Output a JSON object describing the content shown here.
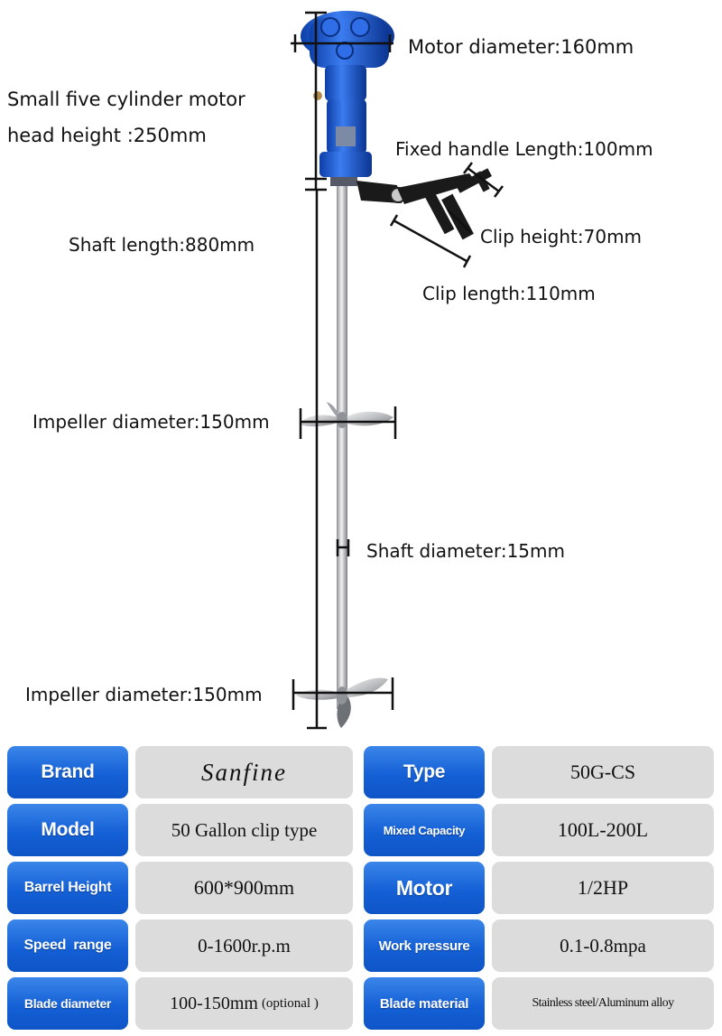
{
  "annotations": {
    "motor_diameter": "Motor diameter:160mm",
    "motor_head_height_line1": "Small five cylinder motor",
    "motor_head_height_line2": "head height :250mm",
    "fixed_handle_length": "Fixed handle Length:100mm",
    "shaft_length": "Shaft length:880mm",
    "clip_height": "Clip height:70mm",
    "clip_length": "Clip length:110mm",
    "impeller_diameter_upper": "Impeller diameter:150mm",
    "shaft_diameter": "Shaft diameter:15mm",
    "impeller_diameter_lower": "Impeller diameter:150mm"
  },
  "specs": {
    "rows": [
      {
        "key1": "Brand",
        "val1": "Sanfine",
        "key2": "Type",
        "val2": "50G-CS"
      },
      {
        "key1": "Model",
        "val1": "50 Gallon clip type",
        "key2": "Mixed Capacity",
        "val2": "100L-200L"
      },
      {
        "key1": "Barrel Height",
        "val1": "600*900mm",
        "key2": "Motor",
        "val2": "1/2HP"
      },
      {
        "key1": "Speed  range",
        "val1": "0-1600r.p.m",
        "key2": "Work pressure",
        "val2": "0.1-0.8mpa"
      },
      {
        "key1": "Blade diameter",
        "val1": "100-150mm",
        "val1_note": "(optional )",
        "key2": "Blade material",
        "val2": "Stainless steel/Aluminum alloy"
      }
    ]
  },
  "colors": {
    "key_cell": "#1460d6",
    "value_cell": "#dcdcdc",
    "motor_body": "#1f5fd8",
    "shaft": "#b9bcc0",
    "dimension_lines": "#111111"
  },
  "icons": [
    "motor-icon",
    "mixer-shaft-icon",
    "impeller-icon",
    "clamp-icon"
  ]
}
